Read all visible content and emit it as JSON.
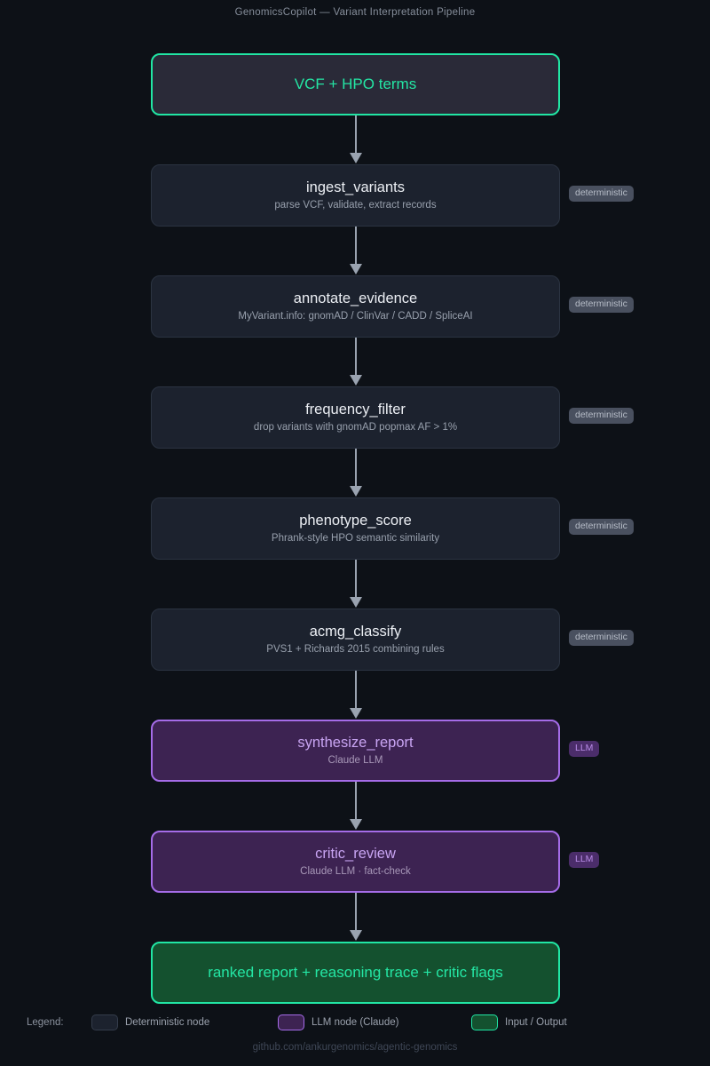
{
  "title": "GenomicsCopilot — Variant Interpretation Pipeline",
  "colors": {
    "background": "#0d1117",
    "accent_teal": "#24e6a4",
    "accent_purple": "#a56ce8",
    "node_fill_deterministic": "#1c222e",
    "node_fill_llm": "#3d2352",
    "node_fill_output": "#14512f",
    "node_fill_input": "#2a2a38",
    "connector": "#9aa3b0",
    "badge_deterministic": "#49505f",
    "badge_llm": "#4b2d6a"
  },
  "nodes": [
    {
      "id": "input",
      "kind": "io-input",
      "title": "VCF + HPO terms",
      "subtitle": "",
      "badge": ""
    },
    {
      "id": "ingest_variants",
      "kind": "deterministic",
      "title": "ingest_variants",
      "subtitle": "parse VCF, validate, extract records",
      "badge": "deterministic"
    },
    {
      "id": "annotate_evidence",
      "kind": "deterministic",
      "title": "annotate_evidence",
      "subtitle": "MyVariant.info: gnomAD / ClinVar / CADD / SpliceAI",
      "badge": "deterministic"
    },
    {
      "id": "frequency_filter",
      "kind": "deterministic",
      "title": "frequency_filter",
      "subtitle": "drop variants with gnomAD popmax AF > 1%",
      "badge": "deterministic"
    },
    {
      "id": "phenotype_score",
      "kind": "deterministic",
      "title": "phenotype_score",
      "subtitle": "Phrank-style HPO semantic similarity",
      "badge": "deterministic"
    },
    {
      "id": "acmg_classify",
      "kind": "deterministic",
      "title": "acmg_classify",
      "subtitle": "PVS1 + Richards 2015 combining rules",
      "badge": "deterministic"
    },
    {
      "id": "synthesize_report",
      "kind": "llm",
      "title": "synthesize_report",
      "subtitle": "Claude LLM",
      "badge": "LLM"
    },
    {
      "id": "critic_review",
      "kind": "llm",
      "title": "critic_review",
      "subtitle": "Claude LLM · fact-check",
      "badge": "LLM"
    },
    {
      "id": "output",
      "kind": "io-output",
      "title": "ranked report + reasoning trace + critic flags",
      "subtitle": "",
      "badge": ""
    }
  ],
  "legend": {
    "label": "Legend:",
    "items": [
      {
        "swatch": "det",
        "text": "Deterministic node"
      },
      {
        "swatch": "llm",
        "text": "LLM node (Claude)"
      },
      {
        "swatch": "io",
        "text": "Input / Output"
      }
    ]
  },
  "footer": "github.com/ankurgenomics/agentic-genomics"
}
